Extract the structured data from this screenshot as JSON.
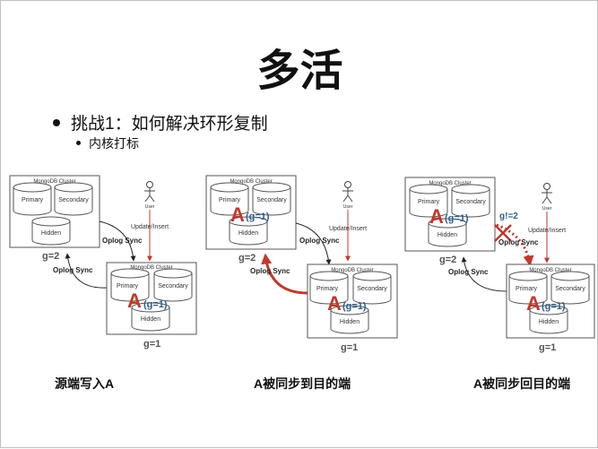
{
  "slide": {
    "title": "多活",
    "bullet1": "挑战1：如何解决环形复制",
    "bullet2": "内核打标"
  },
  "labels": {
    "cluster": "MongoDB Cluster",
    "primary": "Primary",
    "secondary": "Secondary",
    "hidden": "Hidden",
    "user": "User",
    "update_insert": "Update/Insert",
    "oplog_sync": "Oplog Sync",
    "g2": "g=2",
    "g1": "g=1",
    "a": "A",
    "a_tag": "(g=1)",
    "g_not_2": "g!=2"
  },
  "captions": [
    "源端写入A",
    "A被同步到目的端",
    "A被同步回目的端"
  ],
  "colors": {
    "red": "#c0392b",
    "blue": "#2e5e8c"
  }
}
